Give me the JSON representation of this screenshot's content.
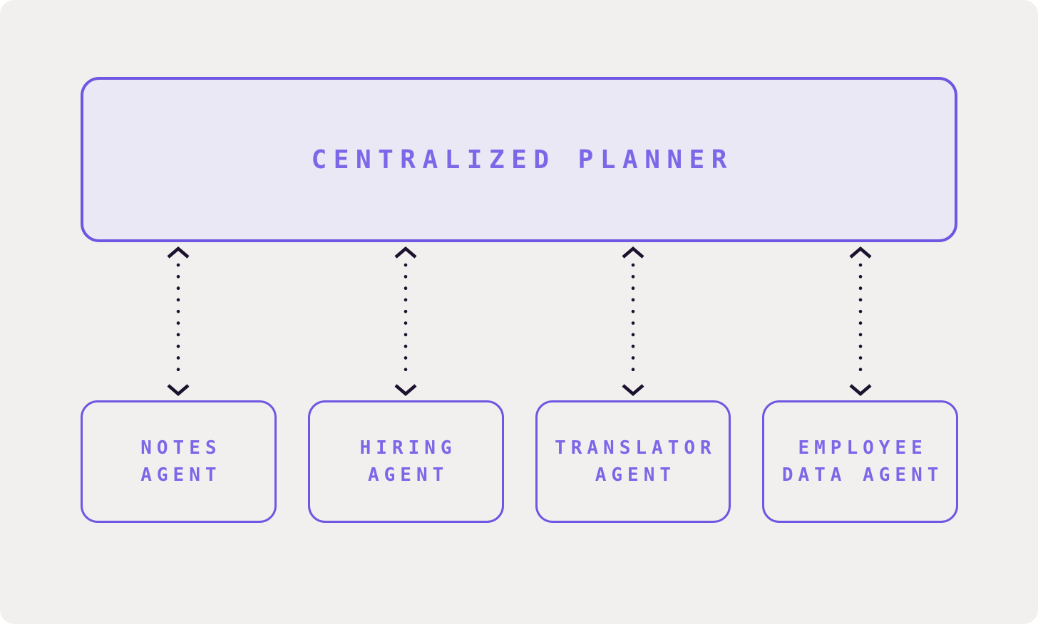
{
  "diagram": {
    "planner": {
      "label": "CENTRALIZED PLANNER"
    },
    "agents": [
      {
        "id": "notes-agent",
        "label_lines": [
          "NOTES",
          "AGENT"
        ]
      },
      {
        "id": "hiring-agent",
        "label_lines": [
          "HIRING",
          "AGENT"
        ]
      },
      {
        "id": "translator-agent",
        "label_lines": [
          "TRANSLATOR",
          "AGENT"
        ]
      },
      {
        "id": "employee-data-agent",
        "label_lines": [
          "EMPLOYEE",
          "DATA AGENT"
        ]
      }
    ],
    "connectors": [
      {
        "from": "centralized-planner",
        "to": "notes-agent",
        "style": "dotted",
        "direction": "bidirectional"
      },
      {
        "from": "centralized-planner",
        "to": "hiring-agent",
        "style": "dotted",
        "direction": "bidirectional"
      },
      {
        "from": "centralized-planner",
        "to": "translator-agent",
        "style": "dotted",
        "direction": "bidirectional"
      },
      {
        "from": "centralized-planner",
        "to": "employee-data-agent",
        "style": "dotted",
        "direction": "bidirectional"
      }
    ],
    "colors": {
      "page_behind": "#ffffff",
      "canvas_background": "#f2f0ee",
      "box_border": "#6e57e2",
      "planner_fill": "#eae8f4",
      "agent_fill": "transparent",
      "label_text": "#7b67e8",
      "arrow": "#1a122e"
    }
  }
}
